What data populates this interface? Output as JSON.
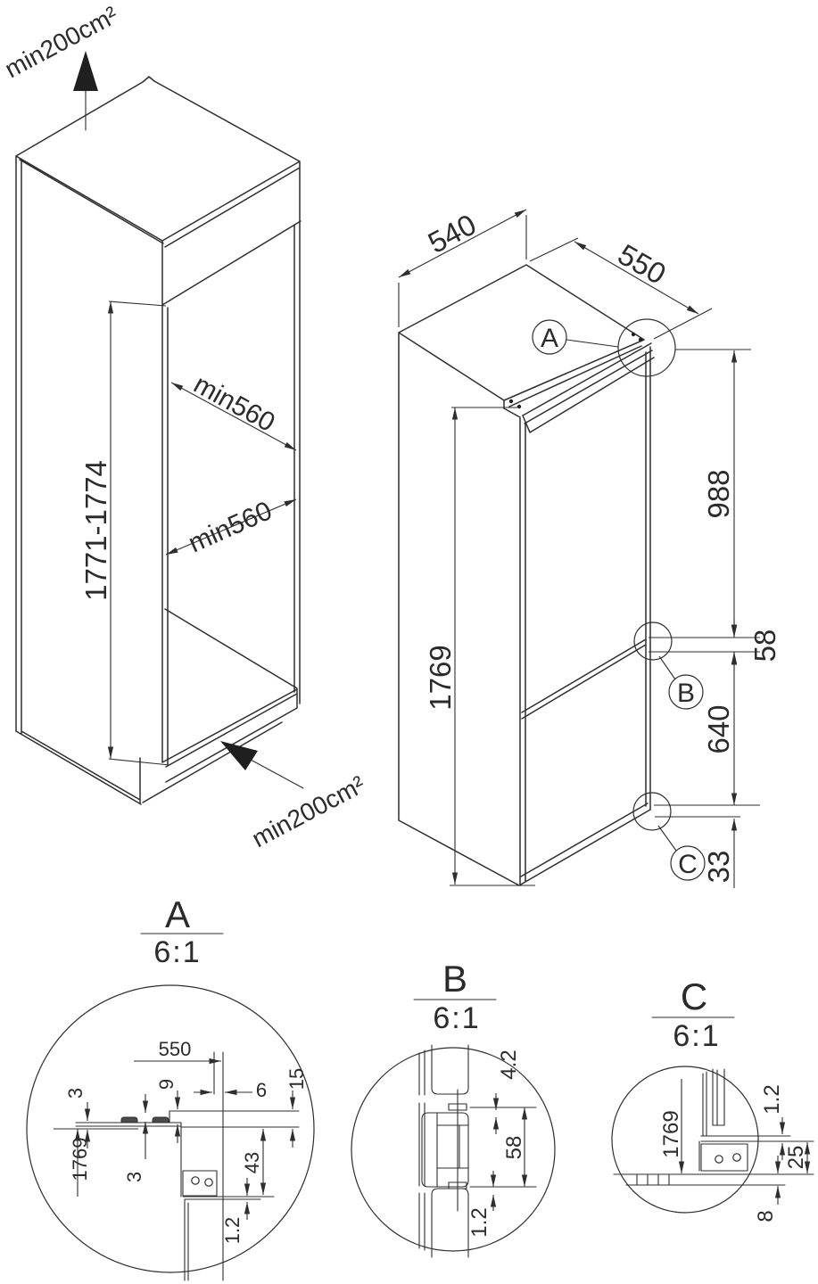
{
  "niche_view": {
    "vent_top": "min200cm²",
    "vent_bottom": "min200cm²",
    "height_range": "1771-1774",
    "depth_wall": "min560",
    "depth_floor": "min560"
  },
  "appliance_view": {
    "depth": "540",
    "width": "550",
    "upper_door": "988",
    "door_gap": "58",
    "lower_door": "640",
    "bottom_offset": "33",
    "height": "1769",
    "callout_a": "A",
    "callout_b": "B",
    "callout_c": "C"
  },
  "detail_a": {
    "label": "A",
    "scale": "6:1",
    "width": "550",
    "top_clearance": "3",
    "rail_offset": "9",
    "front_gap": "6",
    "rail_height": "15",
    "height": "1769",
    "side_clearance": "3",
    "hinge_drop": "43",
    "door_gap": "1.2"
  },
  "detail_b": {
    "label": "B",
    "scale": "6:1",
    "top_gap": "4.2",
    "hinge_span": "58",
    "bottom_gap": "1.2"
  },
  "detail_c": {
    "label": "C",
    "scale": "6:1",
    "door_gap": "1.2",
    "height": "1769",
    "bottom_clearance": "25",
    "floor_thickness": "8"
  }
}
